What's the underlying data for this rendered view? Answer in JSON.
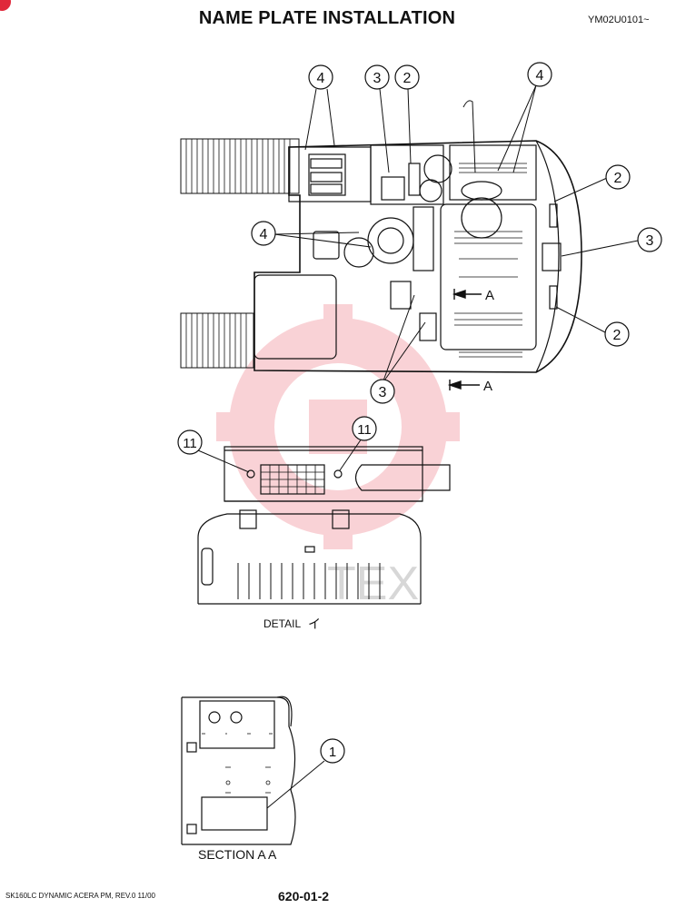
{
  "header": {
    "title": "NAME PLATE INSTALLATION",
    "doc_code": "YM02U0101~"
  },
  "top_view": {
    "callouts": [
      "4",
      "3",
      "2",
      "4",
      "2",
      "4",
      "3",
      "2",
      "3"
    ],
    "section_marker_upper": "A",
    "section_marker_lower": "A"
  },
  "detail_view": {
    "callout_left": "11",
    "callout_right": "11",
    "caption_prefix": "DETAIL",
    "caption_symbol": "イ"
  },
  "section_view": {
    "callout": "1",
    "caption": "SECTION A A"
  },
  "watermark": {
    "text": "TEX",
    "color": "#e8394a"
  },
  "footer": {
    "left_text": "SK160LC DYNAMIC ACERA PM, REV.0  11/00",
    "page_number": "620-01-2"
  }
}
